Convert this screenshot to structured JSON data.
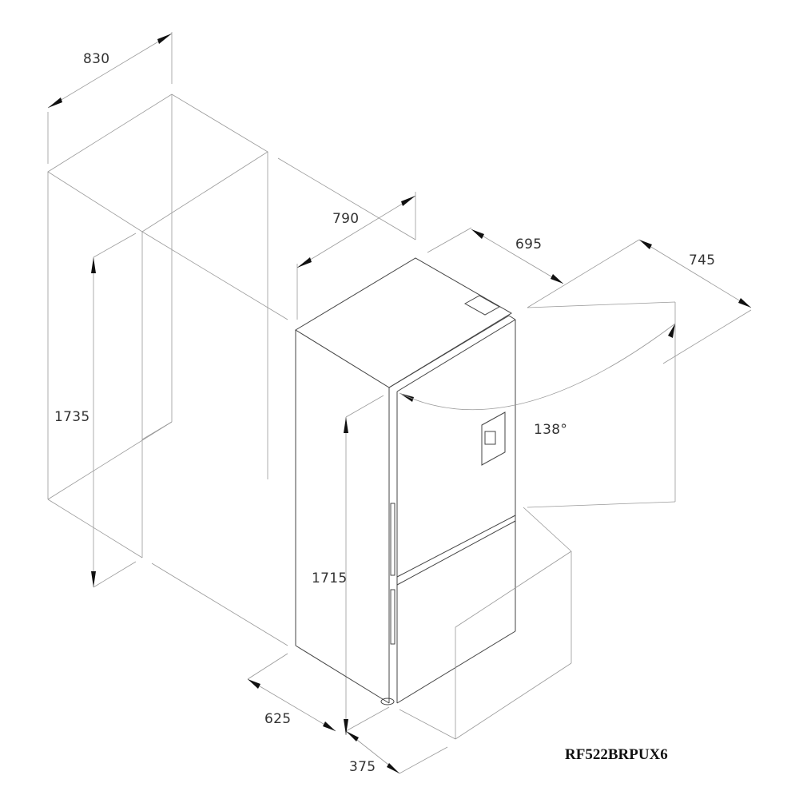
{
  "dimensions": {
    "niche_width": "830",
    "niche_depth": "790",
    "niche_height": "1735",
    "fridge_depth": "695",
    "door_open_depth": "745",
    "door_angle": "138°",
    "fridge_height": "1715",
    "clearance_front": "625",
    "door_width": "375"
  },
  "model": "RF522BRPUX6"
}
